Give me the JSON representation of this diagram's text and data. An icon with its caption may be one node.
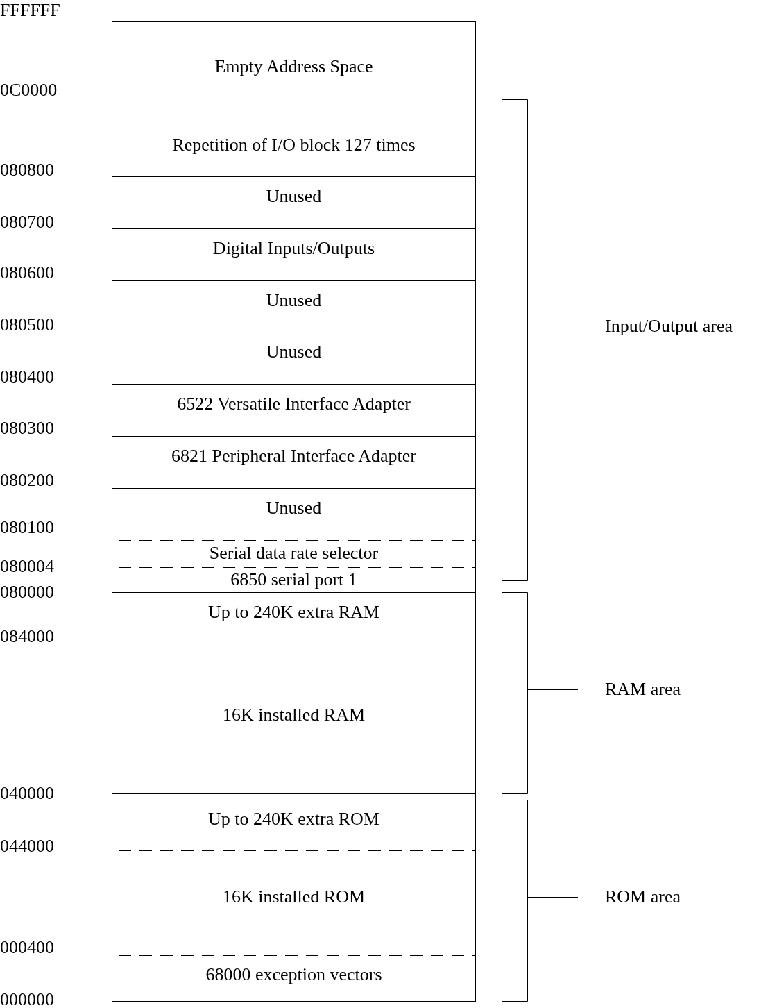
{
  "diagram": {
    "nodes": [
      {
        "text": [
          "Empty Address Space"
        ]
      },
      {
        "text": [
          "Repetition of I/O block 127 times"
        ]
      },
      {
        "text": [
          "Unused"
        ]
      },
      {
        "text": [
          "Digital Inputs/Outputs"
        ]
      },
      {
        "text": [
          "Unused"
        ]
      },
      {
        "text": [
          "Unused"
        ]
      },
      {
        "text": [
          "6522 Versatile Interface Adapter"
        ]
      },
      {
        "text": [
          "6821 Peripheral Interface Adapter"
        ]
      },
      {
        "text": [
          "Unused"
        ]
      },
      {
        "text": [
          "Serial data rate selector"
        ]
      },
      {
        "text": [
          "6850 serial port 1"
        ]
      },
      {
        "text": [
          "Up to 240K extra RAM"
        ]
      },
      {
        "text": [
          "16K installed RAM"
        ]
      },
      {
        "text": [
          "Up to 240K extra ROM"
        ]
      },
      {
        "text": [
          "16K installed ROM"
        ]
      },
      {
        "text": [
          "68000 exception vectors"
        ]
      }
    ],
    "labels": [
      "FFFFFF",
      "0C0000",
      "080800",
      "080700",
      "080600",
      "080500",
      "Input/Output area",
      "080400",
      "080300",
      "080200",
      "080100",
      "080004",
      "080000",
      "084000",
      "RAM area",
      "040000",
      "044000",
      "ROM area",
      "000400",
      "000000"
    ]
  }
}
